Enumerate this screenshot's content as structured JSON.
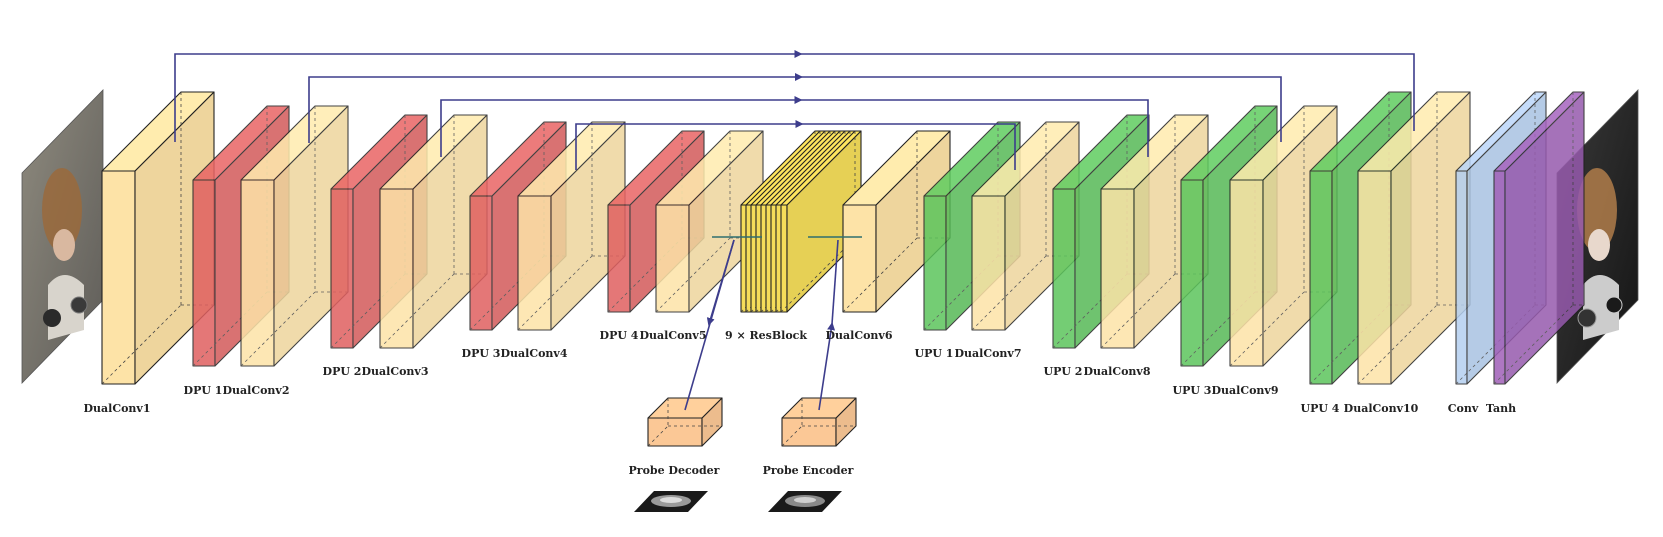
{
  "labels": {
    "dualconv1": "DualConv1",
    "dpu1": "DPU 1",
    "dualconv2": "DualConv2",
    "dpu2": "DPU 2",
    "dualconv3": "DualConv3",
    "dpu3": "DPU 3",
    "dualconv4": "DualConv4",
    "dpu4": "DPU 4",
    "dualconv5": "DualConv5",
    "resblock": "9 × ResBlock",
    "dualconv6": "DualConv6",
    "upu1": "UPU 1",
    "dualconv7": "DualConv7",
    "upu2": "UPU 2",
    "dualconv8": "DualConv8",
    "upu3": "UPU 3",
    "dualconv9": "DualConv9",
    "upu4": "UPU 4",
    "dualconv10": "DualConv10",
    "conv": "Conv",
    "tanh": "Tanh",
    "probe_decoder": "Probe Decoder",
    "probe_encoder": "Probe Encoder"
  },
  "colors": {
    "dualconv": "#fde3a7",
    "downsample": "#e06060",
    "upsample": "#5cc55c",
    "resblock": "#f5dd5a",
    "conv": "#b4cff0",
    "tanh": "#a060b8",
    "probe": "#fbc896",
    "skip": "#3d3d8c"
  },
  "images": {
    "input": "input-portrait-image",
    "output": "output-relit-portrait-image",
    "probe_in": "light-probe-image",
    "probe_out": "light-probe-image"
  }
}
